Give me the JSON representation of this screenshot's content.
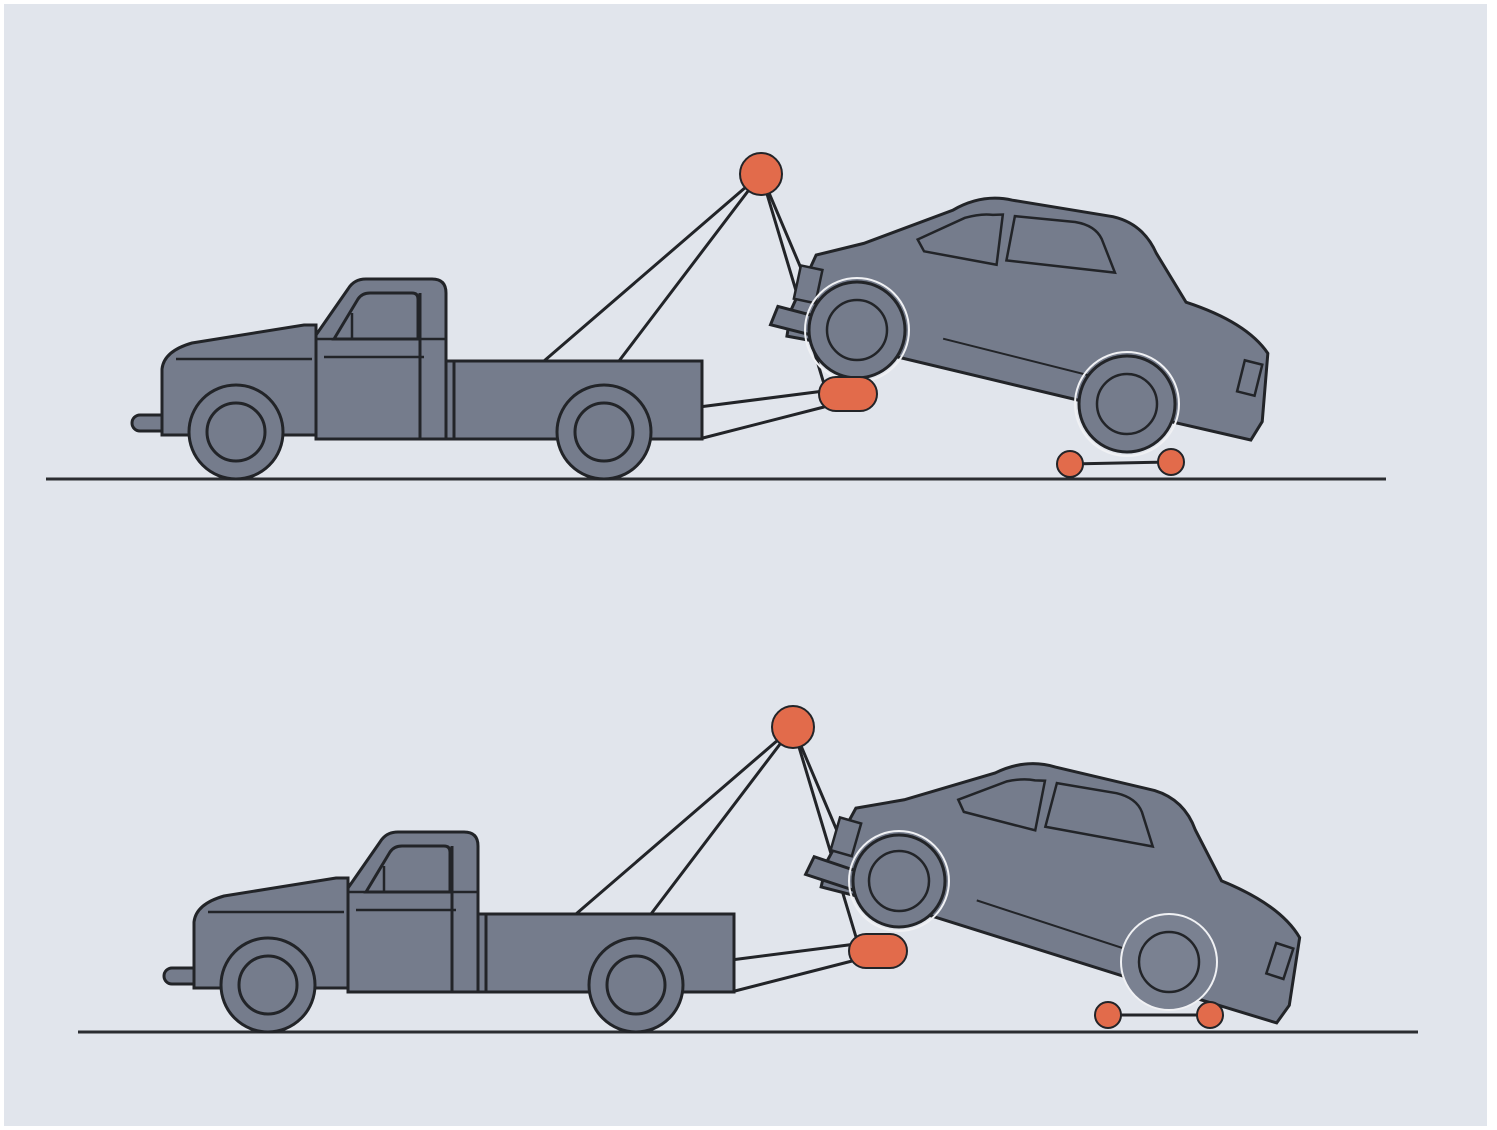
{
  "illustration": {
    "subject": "tow-truck-towing-car-with-wheel-dolly",
    "panels": [
      "towing-scene-top",
      "towing-scene-bottom"
    ]
  },
  "colors": {
    "background": "#e1e5ec",
    "vehicle_body": "#757c8c",
    "outline": "#222428",
    "accent": "#e26b4b",
    "ground_line": "#2b2d31"
  }
}
